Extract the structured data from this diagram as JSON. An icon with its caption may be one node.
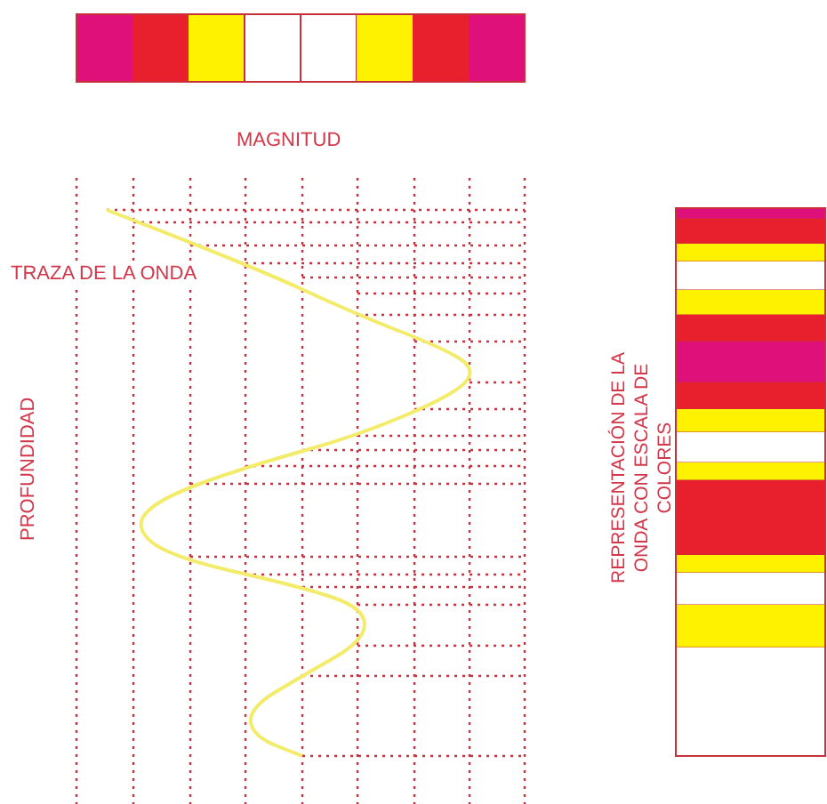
{
  "diagram": {
    "labels": [
      "MAGNITUD",
      "TRAZA DE LA ONDA",
      "PROFUNDIDAD",
      "REPRESENTACIÓN DE LA ONDA CON ESCALA DE COLORES"
    ]
  }
}
